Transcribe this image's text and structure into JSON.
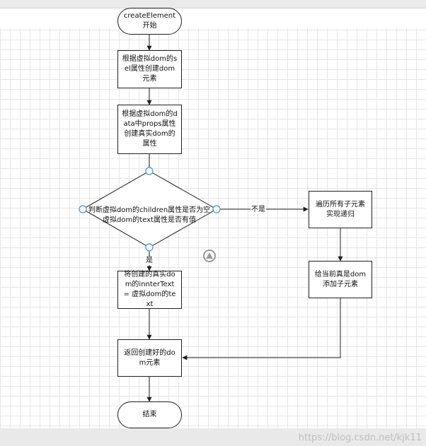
{
  "nodes": {
    "start": "createElement开始",
    "create_by_sel": "根据虚拟dom的sel属性创建dom元素",
    "create_props": "根据虚拟dom的data中props属性创建真实dom的属性",
    "decision": "判断虚拟dom的children属性是否为空虚拟dom的text属性是否有值",
    "set_inner_text": "将创建的真实dom的innterText = 虚拟dom的text",
    "return_dom": "返回创建好的dom元素",
    "end": "结束",
    "recurse_children": "遍历所有子元素实现递归",
    "append_children": "给当前真是dom添加子元素"
  },
  "edge_labels": {
    "yes": "是",
    "no": "不是"
  },
  "watermark": "https://blog.csdn.net/kjk11",
  "colors": {
    "line": "#1f1f1f",
    "connector": "#4a90d9",
    "grid": "#e6e6e6"
  },
  "icons": {
    "overlay": "up-triangle-circle-icon"
  }
}
